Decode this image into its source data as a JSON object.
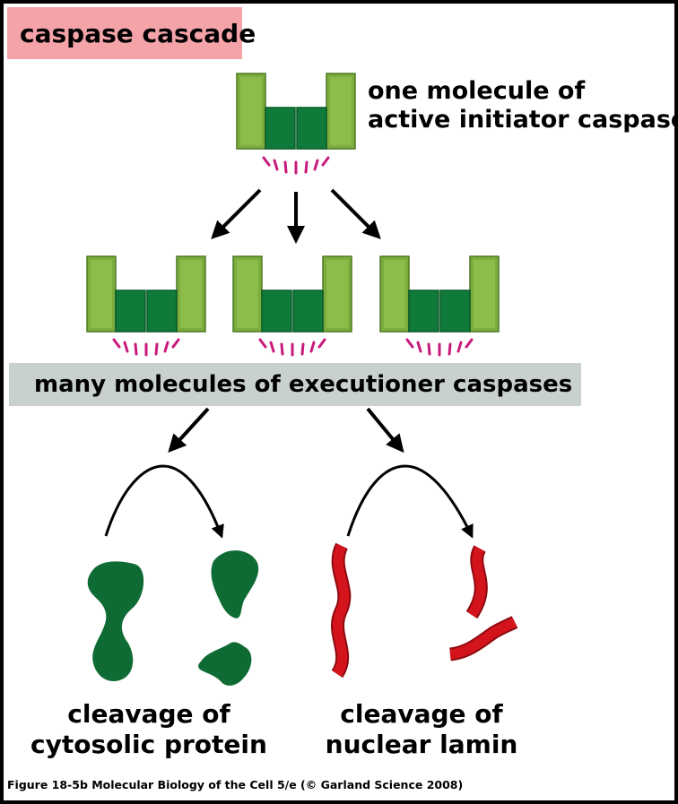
{
  "title": "caspase cascade",
  "initiator_label": [
    "one molecule of",
    "active initiator caspase"
  ],
  "executioner_label": "many molecules of executioner caspases",
  "outcomes": [
    {
      "lines": [
        "cleavage of",
        "cytosolic protein"
      ]
    },
    {
      "lines": [
        "cleavage of",
        "nuclear lamin"
      ]
    }
  ],
  "caption": "Figure 18-5b  Molecular Biology of the Cell 5/e (© Garland Science 2008)",
  "colors": {
    "caspase_light": "#7cab3e",
    "caspase_dark": "#0f7a3a",
    "activity_marks": "#c8197c",
    "cytosolic_protein": "#0f6b34",
    "nuclear_lamin": "#d4141c",
    "title_bg": "#f4a3a8",
    "band_bg": "#c9d1cf"
  }
}
